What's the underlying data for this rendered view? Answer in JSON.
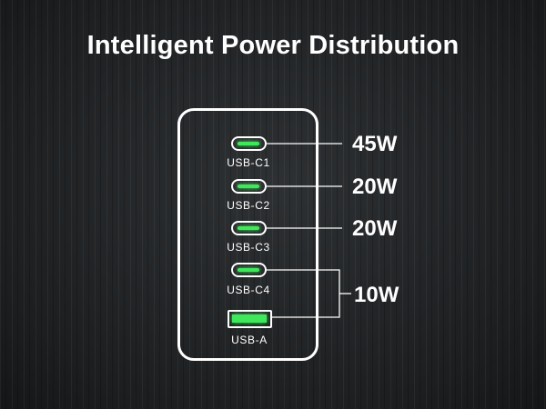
{
  "title": "Intelligent Power Distribution",
  "accent_color": "#3ee85a",
  "ports": [
    {
      "label": "USB-C1",
      "type": "usb-c"
    },
    {
      "label": "USB-C2",
      "type": "usb-c"
    },
    {
      "label": "USB-C3",
      "type": "usb-c"
    },
    {
      "label": "USB-C4",
      "type": "usb-c"
    },
    {
      "label": "USB-A",
      "type": "usb-a"
    }
  ],
  "outputs": [
    {
      "label": "45W"
    },
    {
      "label": "20W"
    },
    {
      "label": "20W"
    },
    {
      "label": "10W"
    }
  ]
}
